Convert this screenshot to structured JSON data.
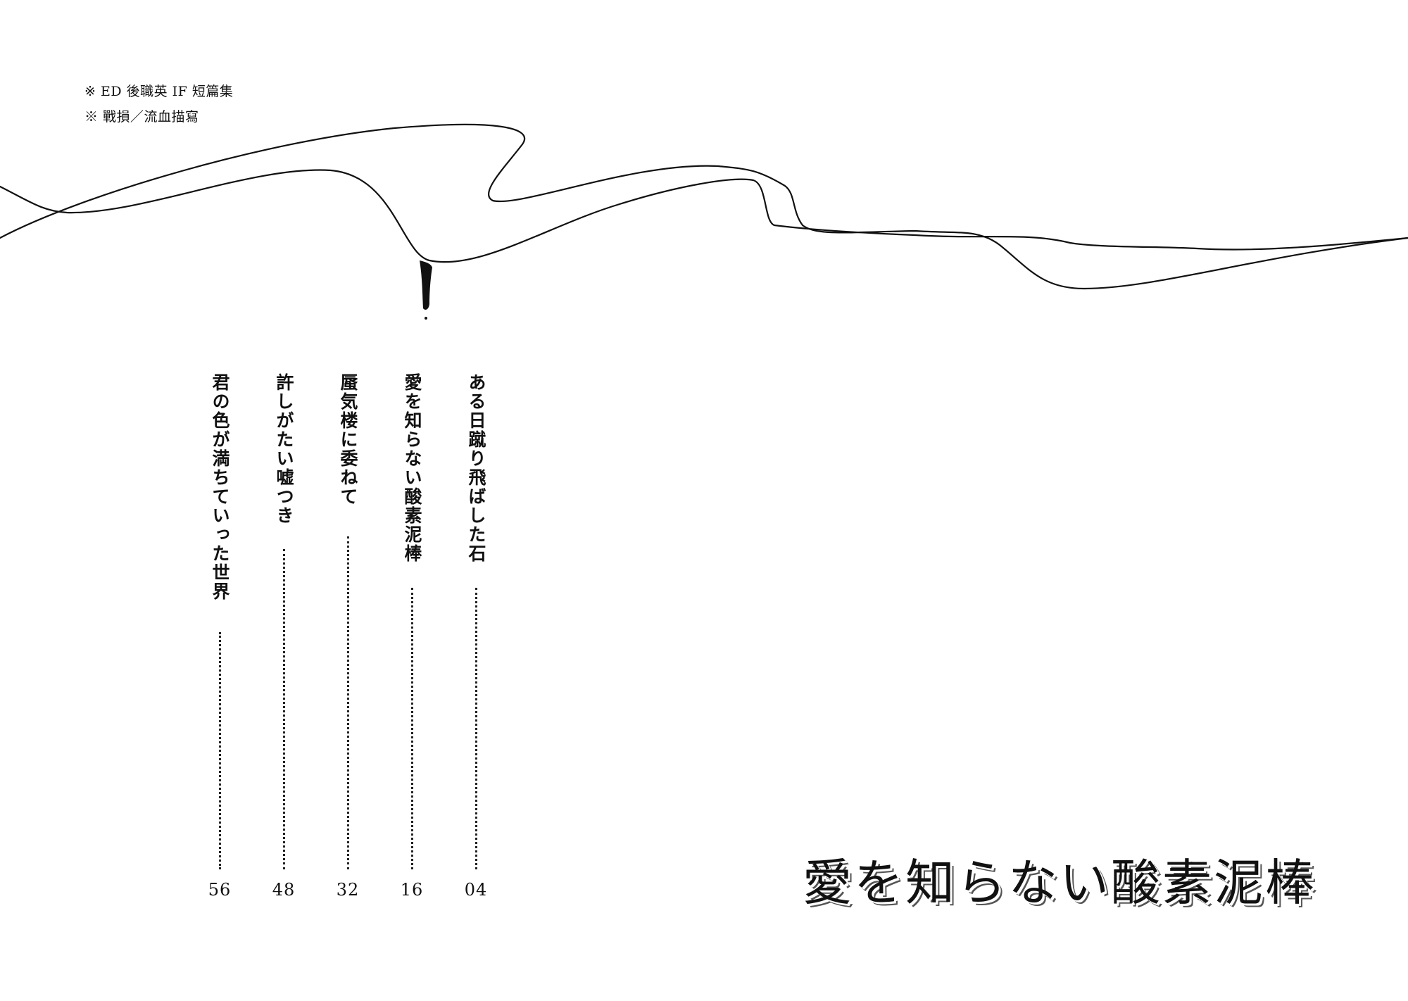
{
  "notes": [
    "※ ED 後職英 IF 短篇集",
    "※ 戰損／流血描寫"
  ],
  "toc": [
    {
      "title": "ある日蹴り飛ばした石",
      "page": "04"
    },
    {
      "title": "愛を知らない酸素泥棒",
      "page": "16"
    },
    {
      "title": "蜃気楼に委ねて",
      "page": "32"
    },
    {
      "title": "許しがたい嘘つき",
      "page": "48"
    },
    {
      "title": "君の色が満ちていった世界",
      "page": "56"
    }
  ],
  "book_title": "愛を知らない酸素泥棒",
  "colors": {
    "ink": "#111111",
    "background": "#ffffff"
  }
}
